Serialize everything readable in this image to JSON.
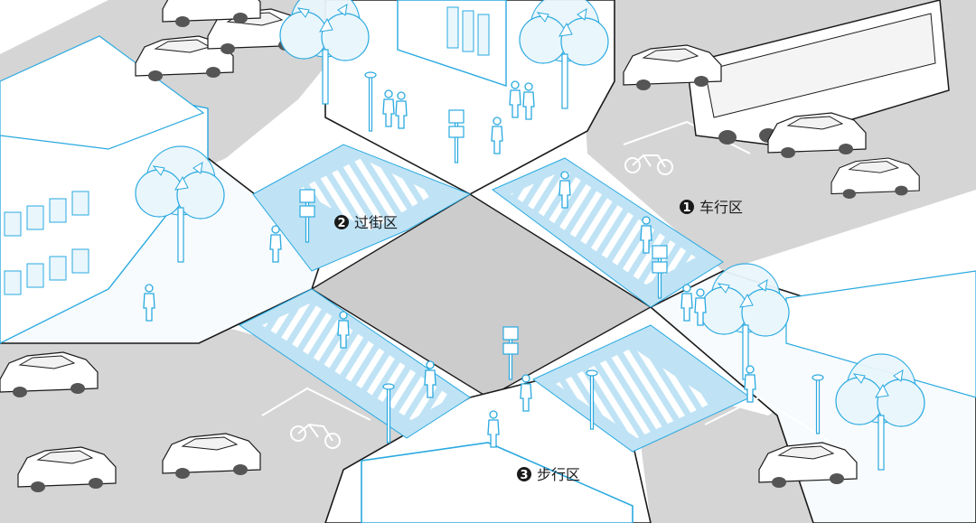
{
  "zones": [
    {
      "number": "1",
      "label": "车行区"
    },
    {
      "number": "2",
      "label": "过街区"
    },
    {
      "number": "3",
      "label": "步行区"
    }
  ],
  "colors": {
    "road": "#d5d5d5",
    "intersection": "#cccccc",
    "sidewalk": "#ffffff",
    "crossing": "#bfe3f5",
    "stripe": "#ffffff",
    "accent": "#29a9e0",
    "outline": "#1a1a1a",
    "tree": "#e9f6fc"
  },
  "icons": [
    "bicycle-icon",
    "bus-icon",
    "car-icon",
    "tree-icon",
    "pedestrian-icon",
    "traffic-light-icon",
    "street-lamp-icon",
    "building-icon"
  ]
}
